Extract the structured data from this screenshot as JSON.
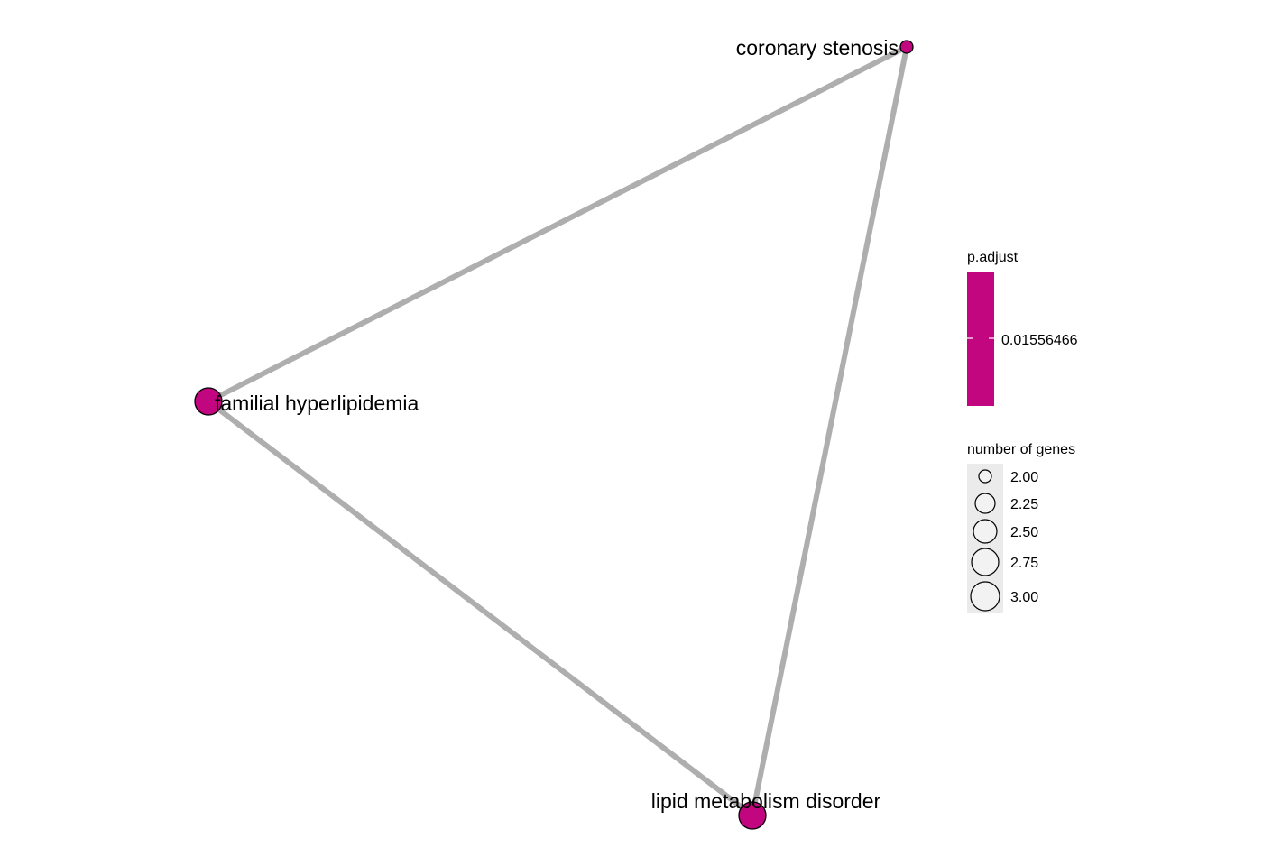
{
  "nodes": [
    {
      "id": "coronary",
      "label": "coronary stenosis",
      "genes": 2,
      "p_adjust": "0.01556466"
    },
    {
      "id": "familial",
      "label": "familial hyperlipidemia",
      "genes": 3,
      "p_adjust": "0.01556466"
    },
    {
      "id": "lipid",
      "label": "lipid metabolism disorder",
      "genes": 3,
      "p_adjust": "0.01556466"
    }
  ],
  "edges": [
    {
      "source": "coronary",
      "target": "familial"
    },
    {
      "source": "coronary",
      "target": "lipid"
    },
    {
      "source": "familial",
      "target": "lipid"
    }
  ],
  "legend": {
    "color_title": "p.adjust",
    "color_value": "0.01556466",
    "size_title": "number of genes",
    "size_values": [
      "2.00",
      "2.25",
      "2.50",
      "2.75",
      "3.00"
    ]
  },
  "colors": {
    "node_fill": "#C20680",
    "edge": "#AEAEAE",
    "legend_bar": "#C20680",
    "legend_key_bg": "#EBEBEB",
    "legend_circle_fill": "#F2F2F2"
  }
}
